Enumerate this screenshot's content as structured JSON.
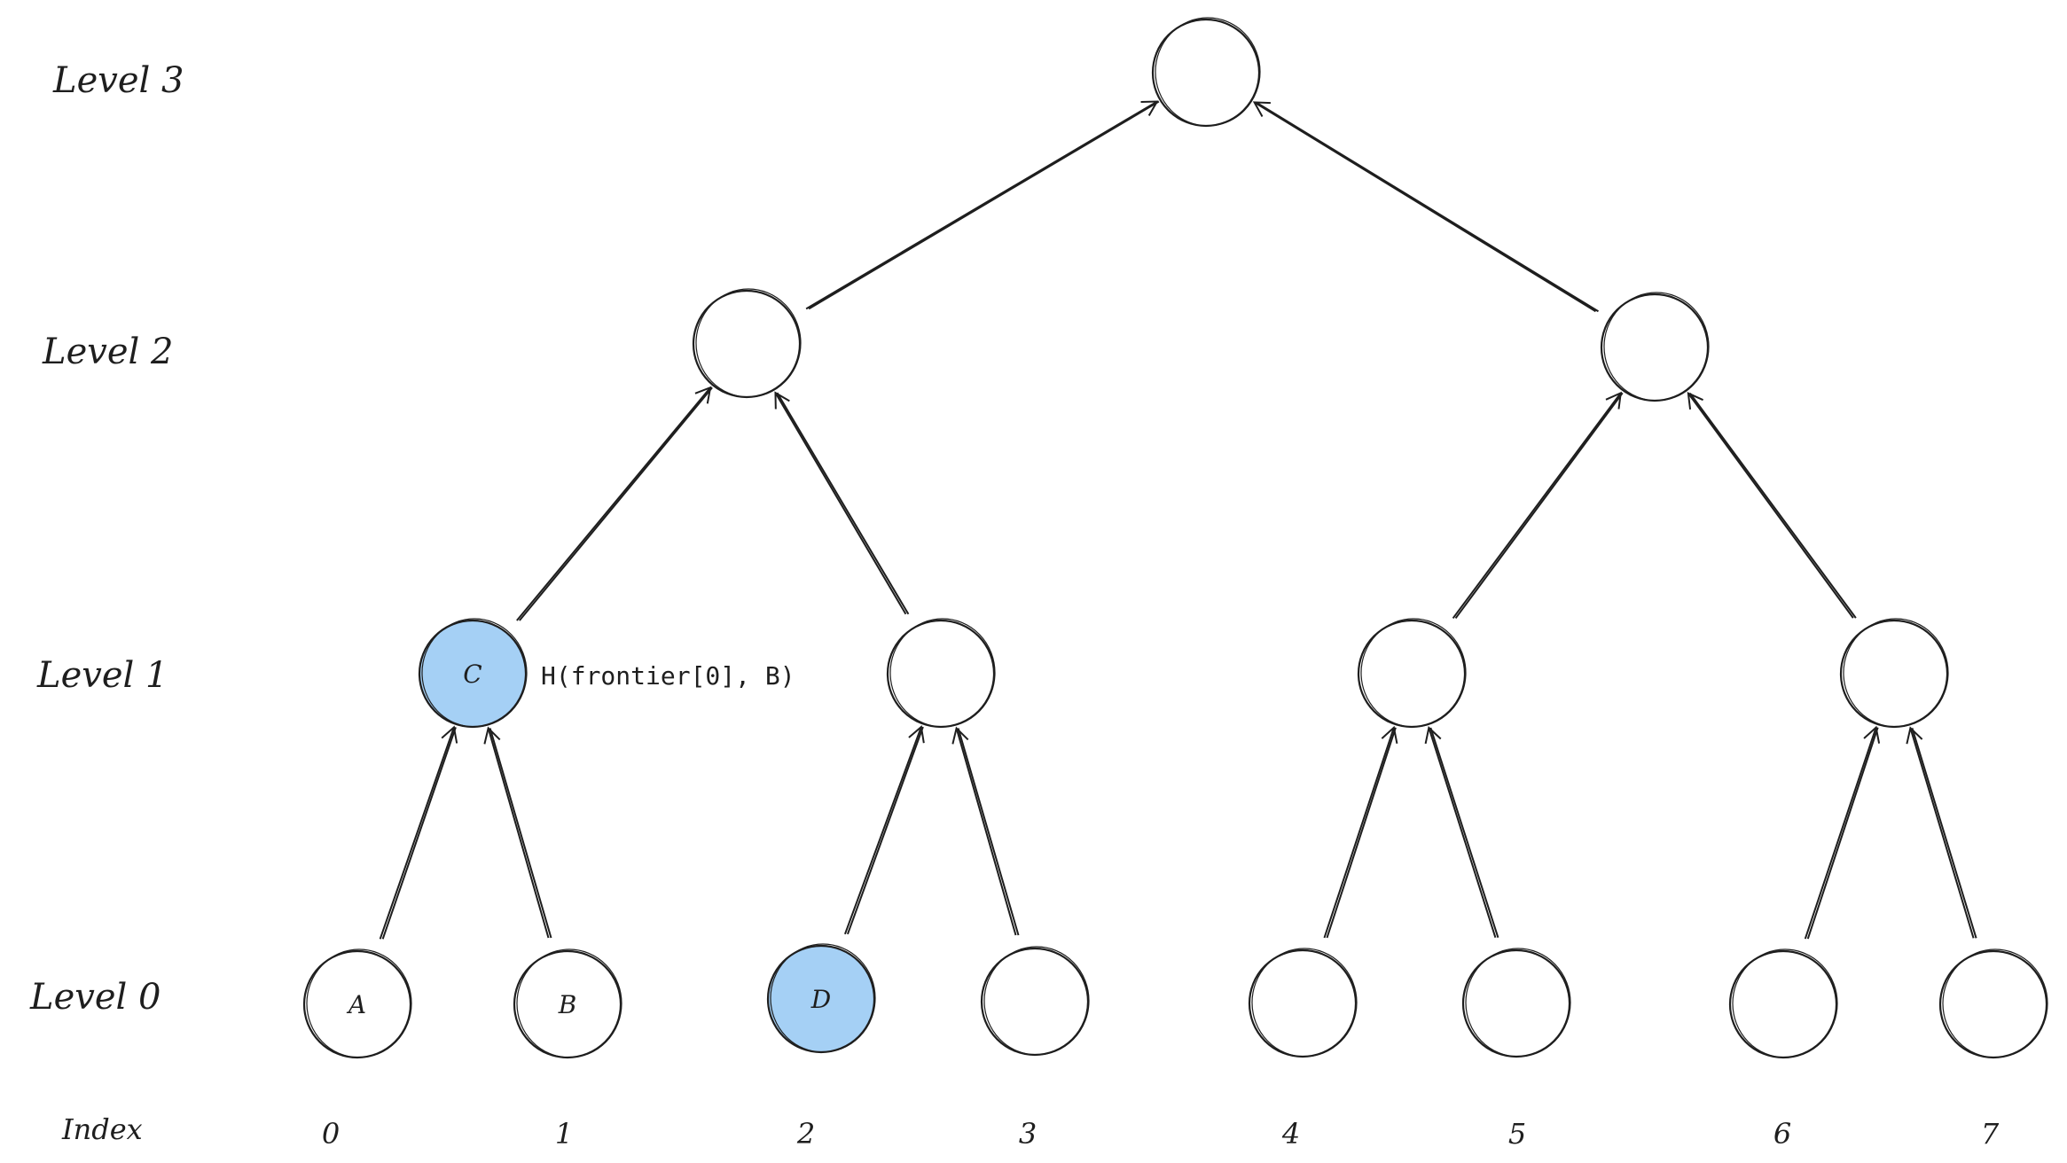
{
  "levels": [
    "Level 3",
    "Level 2",
    "Level 1",
    "Level 0"
  ],
  "index_heading": "Index",
  "indices": [
    "0",
    "1",
    "2",
    "3",
    "4",
    "5",
    "6",
    "7"
  ],
  "nodes": {
    "root": "",
    "l2_left": "",
    "l2_right": "",
    "l1_0": "C",
    "l1_1": "",
    "l1_2": "",
    "l1_3": "",
    "l0_0": "A",
    "l0_1": "B",
    "l0_2": "D",
    "l0_3": "",
    "l0_4": "",
    "l0_5": "",
    "l0_6": "",
    "l0_7": ""
  },
  "highlighted_nodes": [
    "l1_0",
    "l0_2"
  ],
  "annotation": "H(frontier[0], B)",
  "colors": {
    "highlight": "#a5d0f5",
    "stroke": "#1e1e1e",
    "background": "#ffffff"
  }
}
